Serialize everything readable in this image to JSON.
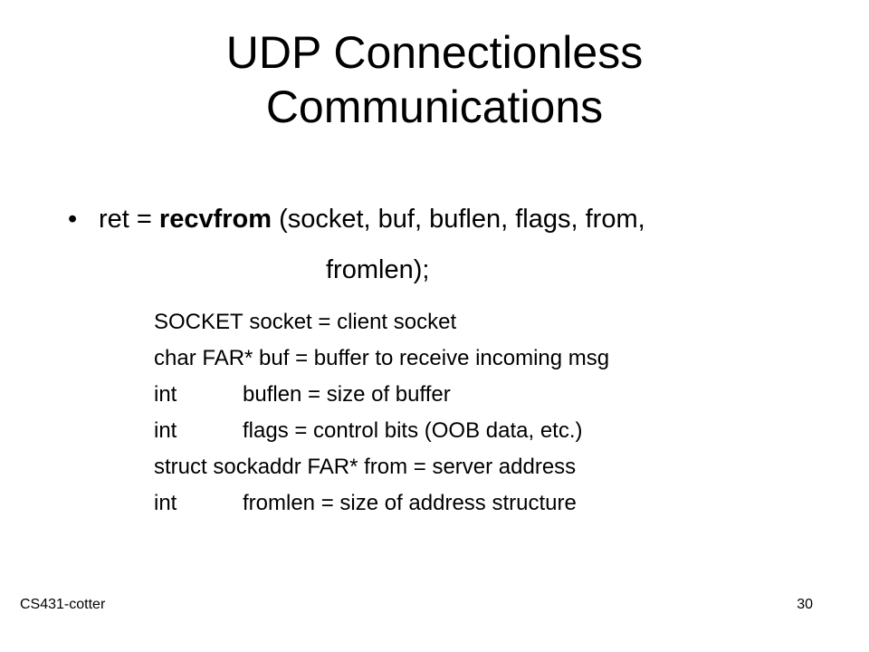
{
  "title": {
    "line1": "UDP Connectionless",
    "line2": "Communications"
  },
  "bullet": {
    "marker": "•",
    "prefix": "ret = ",
    "function": "recvfrom",
    "args_line1": " (socket, buf, buflen, flags, from,",
    "args_line2": "fromlen);"
  },
  "params": [
    {
      "type": "SOCKET",
      "desc": " socket = client socket"
    },
    {
      "type": "char FAR*",
      "desc": " buf = buffer to receive incoming msg"
    },
    {
      "type": "int",
      "desc": "buflen = size of buffer"
    },
    {
      "type": "int",
      "desc": "flags = control bits (OOB data, etc.)"
    },
    {
      "type": "struct sockaddr FAR*",
      "desc": " from = server address"
    },
    {
      "type": "int",
      "desc": "fromlen = size of address structure"
    }
  ],
  "footer": {
    "left": "CS431-cotter",
    "right": "30"
  }
}
